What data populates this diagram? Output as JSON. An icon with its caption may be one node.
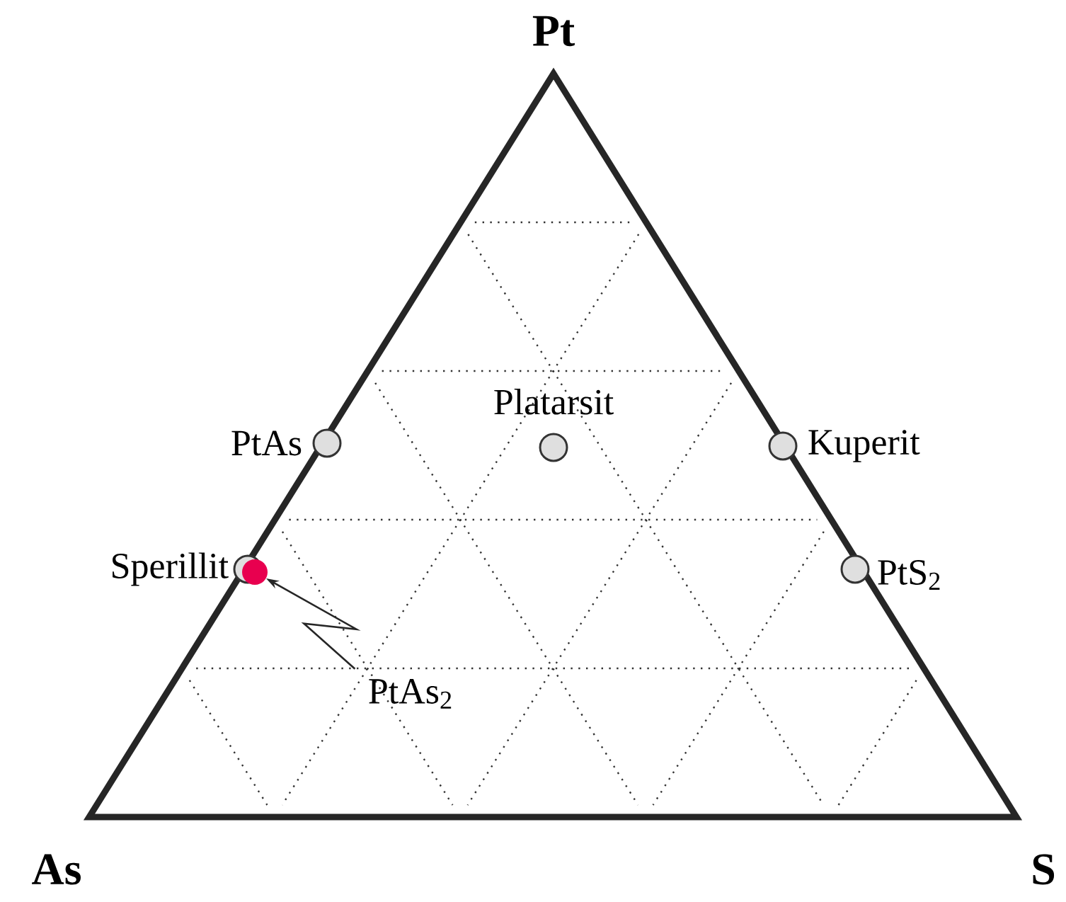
{
  "diagram": {
    "nodes": [
      {
        "text": [],
        "shape": "circle",
        "beside": [
          "PtAs"
        ]
      },
      {
        "text": [],
        "shape": "circle",
        "beside": [
          "Platarsit"
        ]
      },
      {
        "text": [],
        "shape": "circle",
        "beside": [
          "Kuperit"
        ]
      },
      {
        "text": [],
        "shape": "circle",
        "beside": [
          "Sperillit"
        ]
      },
      {
        "text": [],
        "shape": "circle"
      },
      {
        "text": [],
        "shape": "circle",
        "beside": [
          "PtS$_{2}$"
        ]
      },
      {
        "text": [
          "PtAs$_{2}$"
        ]
      }
    ],
    "edges": [
      {
        "from": 6,
        "to": 4,
        "arrow": "to"
      }
    ],
    "labels": [
      "Pt",
      "As",
      "S"
    ]
  }
}
